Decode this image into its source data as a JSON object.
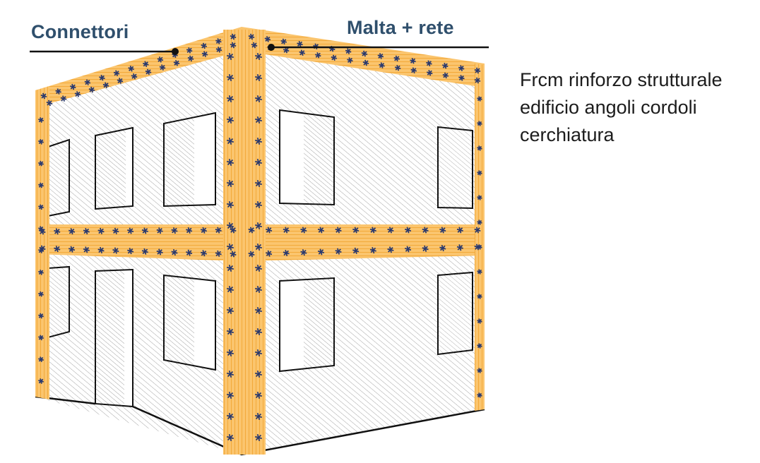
{
  "labels": {
    "connectors": "Connettori",
    "mortar_mesh": "Malta + rete"
  },
  "caption_lines": [
    "Frcm rinforzo strutturale",
    "edificio angoli cordoli",
    "cerchiatura"
  ],
  "colors": {
    "band": "#fbc56e",
    "band_stripe": "#f2a93a",
    "connector": "#2b3a6e",
    "label": "#2f4f6c",
    "outline": "#111111",
    "hatch": "#9a9a9a"
  }
}
